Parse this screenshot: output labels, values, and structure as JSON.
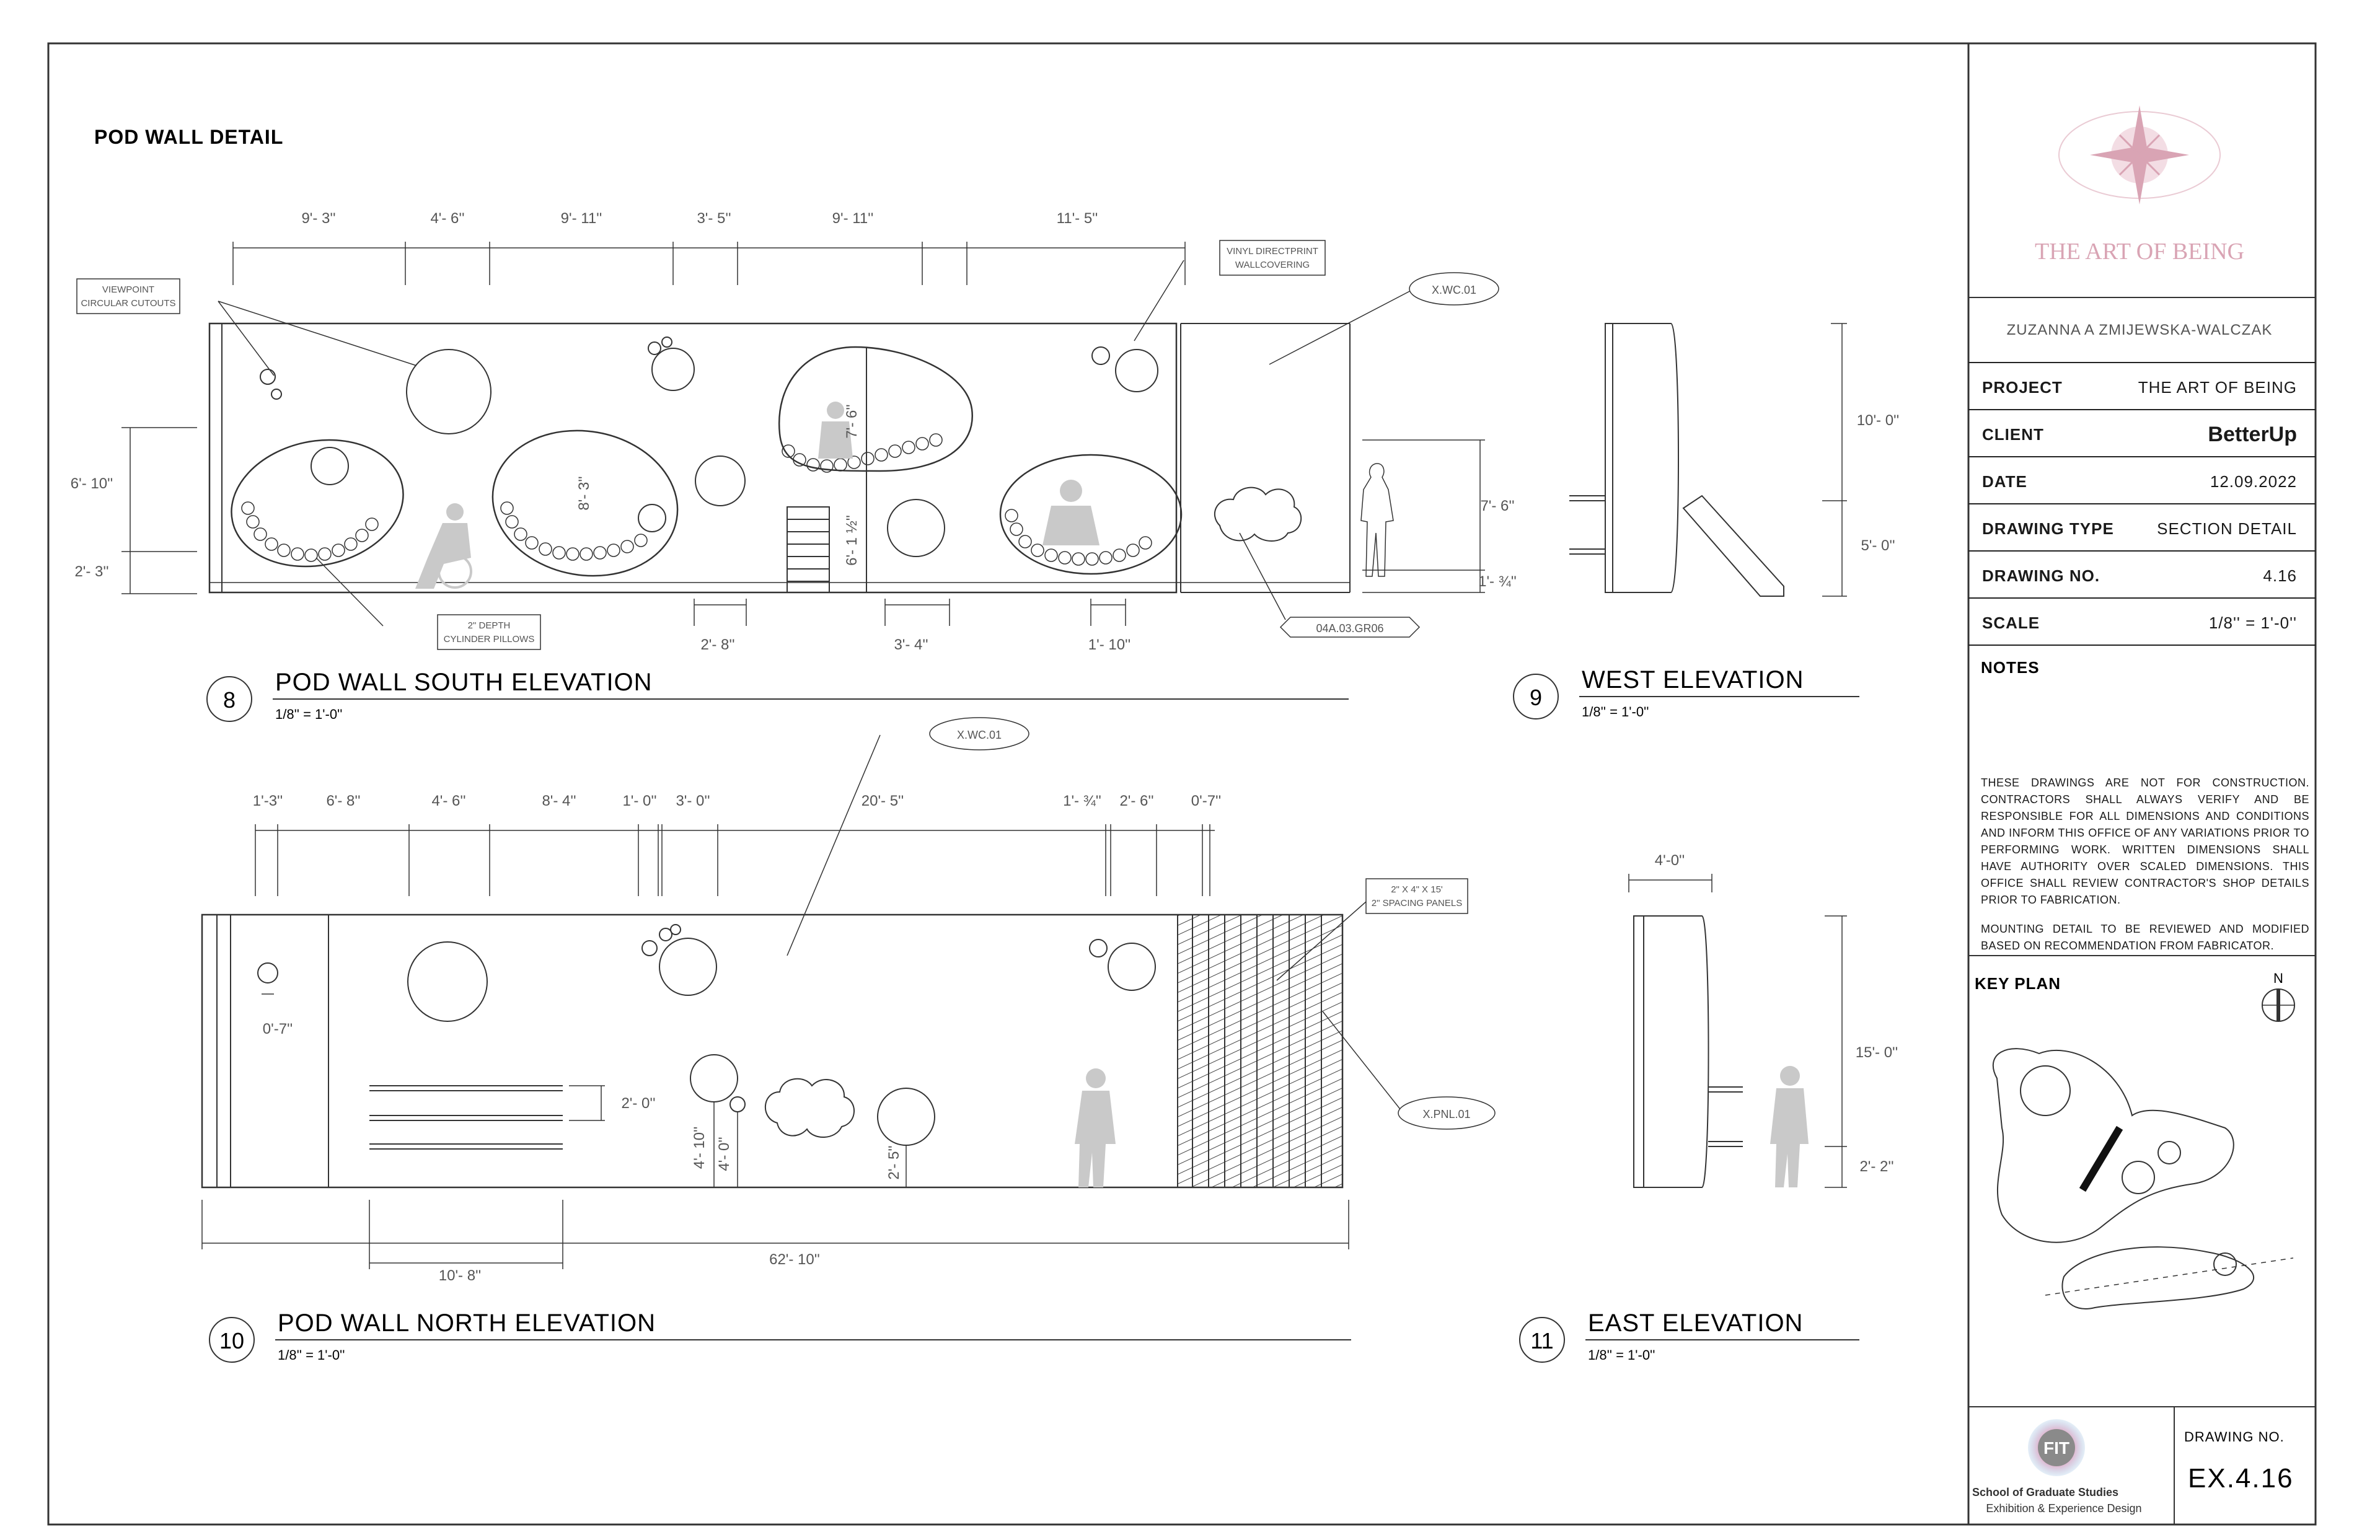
{
  "sheet_title": "POD WALL DETAIL",
  "views": {
    "south": {
      "number": "8",
      "title": "POD WALL SOUTH ELEVATION",
      "scale": "1/8'' = 1'-0''"
    },
    "west": {
      "number": "9",
      "title": "WEST ELEVATION",
      "scale": "1/8'' = 1'-0''"
    },
    "north": {
      "number": "10",
      "title": "POD WALL NORTH ELEVATION",
      "scale": "1/8'' = 1'-0''"
    },
    "east": {
      "number": "11",
      "title": "EAST ELEVATION",
      "scale": "1/8'' = 1'-0''"
    }
  },
  "south_dims": {
    "top": [
      "9'- 3''",
      "4'- 6''",
      "9'- 11''",
      "3'- 5''",
      "9'- 11''",
      "11'- 5''"
    ],
    "left": [
      "6'- 10''",
      "2'- 3''"
    ],
    "inner": [
      "7'- 6''",
      "8'- 3''",
      "6'- 1 ½''"
    ],
    "bottom": [
      "2'- 8''",
      "3'- 4''",
      "1'- 10''"
    ],
    "right": [
      "7'- 6''",
      "1'- ¾''"
    ]
  },
  "south_callouts": {
    "viewpoint": [
      "VIEWPOINT",
      "CIRCULAR CUTOUTS"
    ],
    "vinyl": [
      "VINYL DIRECTPRINT",
      "WALLCOVERING"
    ],
    "wc": "X.WC.01",
    "pillows": [
      "2\" DEPTH",
      "CYLINDER PILLOWS"
    ],
    "gr": "04A.03.GR06"
  },
  "west_dims": [
    "10'- 0''",
    "5'- 0''"
  ],
  "north_dims": {
    "top": [
      "1'-3''",
      "6'- 8''",
      "4'- 6''",
      "8'- 4''",
      "1'- 0''",
      "3'- 0''",
      "20'- 5''",
      "1'- ¾''",
      "2'- 6''",
      "0'-7''"
    ],
    "overall": "62'- 10''",
    "bottom_seg": "10'- 8''",
    "shelf": "2'- 0''",
    "left_small": "0'-7''",
    "heights": [
      "4'- 10''",
      "4'- 0''",
      "2'- 5''"
    ]
  },
  "north_callouts": {
    "wc": "X.WC.01",
    "panels": [
      "2\" X 4\" X 15'",
      "2\" SPACING PANELS"
    ],
    "pnl": "X.PNL.01"
  },
  "east_dims": [
    "4'-0''",
    "15'- 0''",
    "2'- 2''"
  ],
  "title_block": {
    "brand": "THE ART OF BEING",
    "designer": "ZUZANNA A ZMIJEWSKA-WALCZAK",
    "rows": [
      {
        "label": "PROJECT",
        "value": "THE ART OF BEING"
      },
      {
        "label": "CLIENT",
        "value": "BetterUp"
      },
      {
        "label": "DATE",
        "value": "12.09.2022"
      },
      {
        "label": "DRAWING TYPE",
        "value": "SECTION DETAIL"
      },
      {
        "label": "DRAWING NO.",
        "value": "4.16"
      },
      {
        "label": "SCALE",
        "value": "1/8'' = 1'-0''"
      }
    ],
    "notes_label": "NOTES",
    "notes": [
      "THESE DRAWINGS ARE NOT FOR CONSTRUCTION. CONTRACTORS SHALL ALWAYS VERIFY AND BE RESPONSIBLE FOR ALL DIMENSIONS AND CONDITIONS AND INFORM THIS OFFICE OF ANY VARIATIONS PRIOR TO PERFORMING WORK. WRITTEN DIMENSIONS SHALL HAVE AUTHORITY OVER SCALED DIMENSIONS. THIS OFFICE SHALL REVIEW CONTRACTOR'S SHOP DETAILS PRIOR TO FABRICATION.",
      "MOUNTING DETAIL TO BE REVIEWED AND MODIFIED BASED ON RECOMMENDATION FROM FABRICATOR."
    ],
    "key_plan": "KEY PLAN",
    "north_mark": "N",
    "school_logo": "FIT",
    "school_line1": "School of Graduate Studies",
    "school_line2": "Exhibition & Experience Design",
    "drawing_no_label": "DRAWING NO.",
    "drawing_no_value": "EX.4.16"
  },
  "colors": {
    "line": "#333333",
    "figure_gray": "#c9c9c9",
    "brand_pink": "#d9a4b4"
  }
}
